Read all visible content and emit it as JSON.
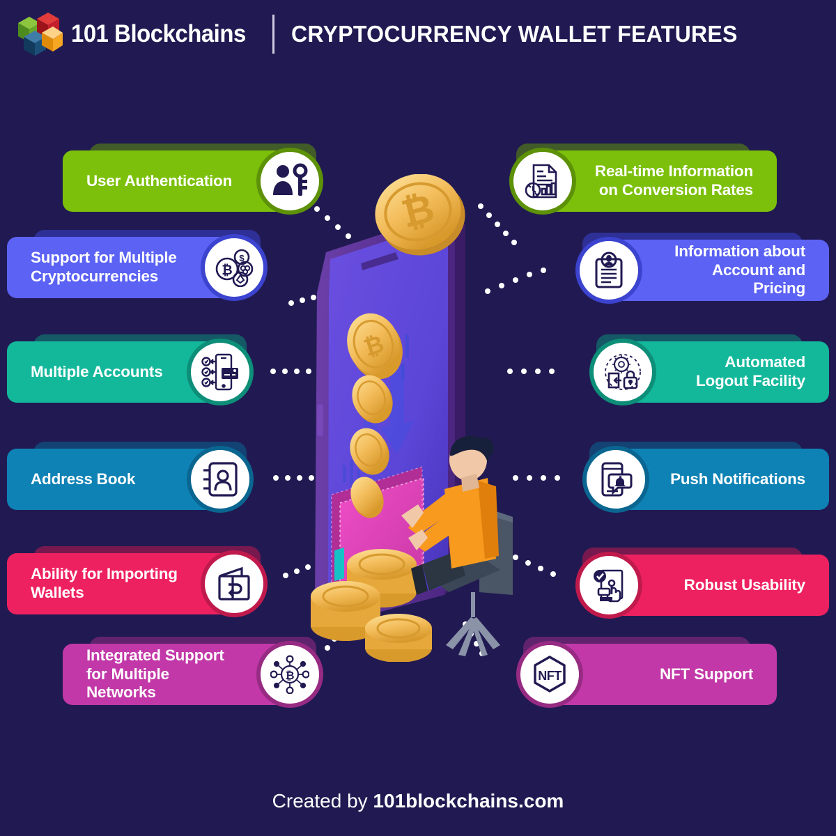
{
  "header": {
    "brand": "101 Blockchains",
    "title": "CRYPTOCURRENCY WALLET FEATURES",
    "logo_icon": "blockchain-cubes-logo",
    "logo_colors": [
      "#6aa62b",
      "#c31f2a",
      "#1c4f78",
      "#f5a623"
    ]
  },
  "background_color": "#211a52",
  "features_left": [
    {
      "label": "User Authentication",
      "color": "#7cc00b",
      "shadow": "#5d9108",
      "icon": "user-key-icon"
    },
    {
      "label": "Support for Multiple Cryptocurrencies",
      "color": "#5b62f4",
      "shadow": "#3b43cf",
      "icon": "multi-coins-icon"
    },
    {
      "label": "Multiple Accounts",
      "color": "#13b89b",
      "shadow": "#0d8e78",
      "icon": "accounts-cards-icon"
    },
    {
      "label": "Address Book",
      "color": "#0e82b5",
      "shadow": "#0a6690",
      "icon": "address-book-icon"
    },
    {
      "label": "Ability for Importing Wallets",
      "color": "#ee2160",
      "shadow": "#c01a4d",
      "icon": "import-wallet-icon"
    },
    {
      "label": "Integrated Support for Multiple Networks",
      "color": "#c238a8",
      "shadow": "#972b83",
      "icon": "bitcoin-network-icon"
    }
  ],
  "features_right": [
    {
      "label": "Real-time Information on Conversion Rates",
      "color": "#7cc00b",
      "shadow": "#5d9108",
      "icon": "document-chart-refresh-icon"
    },
    {
      "label": "Information about Account and Pricing",
      "color": "#5b62f4",
      "shadow": "#3b43cf",
      "icon": "profile-clipboard-icon"
    },
    {
      "label": "Automated Logout Facility",
      "color": "#13b89b",
      "shadow": "#0d8e78",
      "icon": "auto-logout-lock-icon"
    },
    {
      "label": "Push Notifications",
      "color": "#0e82b5",
      "shadow": "#0a6690",
      "icon": "phone-bell-icon"
    },
    {
      "label": "Robust Usability",
      "color": "#ee2160",
      "shadow": "#c01a4d",
      "icon": "hand-tap-check-icon"
    },
    {
      "label": "NFT Support",
      "color": "#c238a8",
      "shadow": "#972b83",
      "icon": "nft-hexagon-icon"
    }
  ],
  "illustration": {
    "name": "isometric-phone-wallet-illustration",
    "elements": [
      "bitcoin-coin-large",
      "phone-device",
      "wallet",
      "up-arrow",
      "down-arrow",
      "falling-coins",
      "seated-person",
      "office-chair",
      "coin-stacks"
    ]
  },
  "footer": {
    "prefix": "Created by ",
    "site": "101blockchains.com"
  }
}
